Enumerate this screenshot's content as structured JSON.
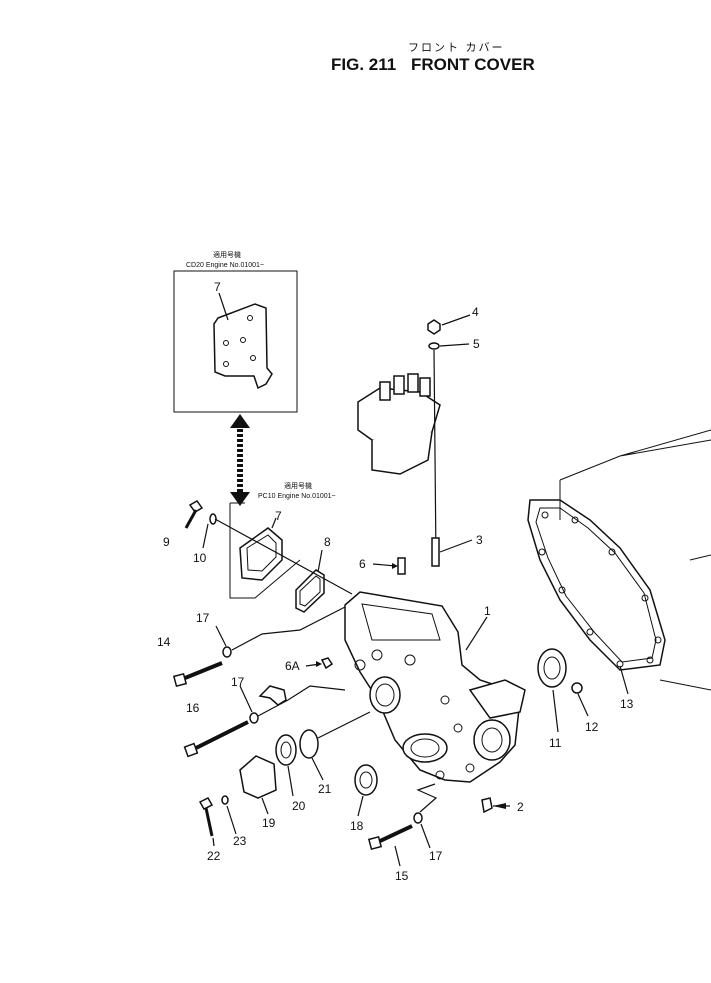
{
  "title": {
    "subtitle_jp": "フロント カバー",
    "figure": "FIG. 211",
    "name": "FRONT COVER"
  },
  "insets": [
    {
      "kanji": "適用号機",
      "applicability": "CD20 Engine No.01001~"
    },
    {
      "kanji": "適用号機",
      "applicability": "PC10 Engine No.01001~"
    }
  ],
  "callouts": [
    "1",
    "2",
    "3",
    "4",
    "5",
    "6",
    "6A",
    "7",
    "7",
    "8",
    "9",
    "10",
    "11",
    "12",
    "13",
    "14",
    "15",
    "16",
    "17",
    "17",
    "17",
    "18",
    "19",
    "20",
    "21",
    "22",
    "23"
  ]
}
